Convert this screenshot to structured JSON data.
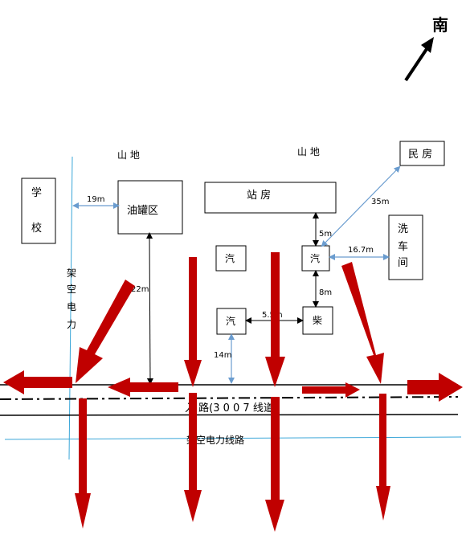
{
  "compass": {
    "label": "南"
  },
  "terrain": {
    "left": "山 地",
    "right": "山 地"
  },
  "buildings": {
    "school": [
      "学",
      "校"
    ],
    "tank_area": "油罐区",
    "station": "站        房",
    "residence": "民 房",
    "carwash": [
      "洗",
      "车",
      "间"
    ]
  },
  "pumps": {
    "gas1": "汽",
    "gas2": "汽",
    "gas3": "汽",
    "diesel": "柴"
  },
  "measurements": {
    "school_to_tank": "19m",
    "tank_to_road": "22m",
    "station_to_pump": "5m",
    "pump_to_residence": "35m",
    "pump_to_carwash": "16.7m",
    "pump_to_diesel": "8m",
    "gas_to_diesel": "5.5m",
    "gas_to_road": "14m"
  },
  "powerline": {
    "vertical": [
      "架",
      "空",
      "电",
      "力"
    ],
    "horizontal": "架空电力线路"
  },
  "road": {
    "label": "入   路(3 0 0 7 线道)"
  },
  "colors": {
    "arrow": "#c00000",
    "measure": "#6a9ccf",
    "powerline": "#3aa6d8"
  }
}
